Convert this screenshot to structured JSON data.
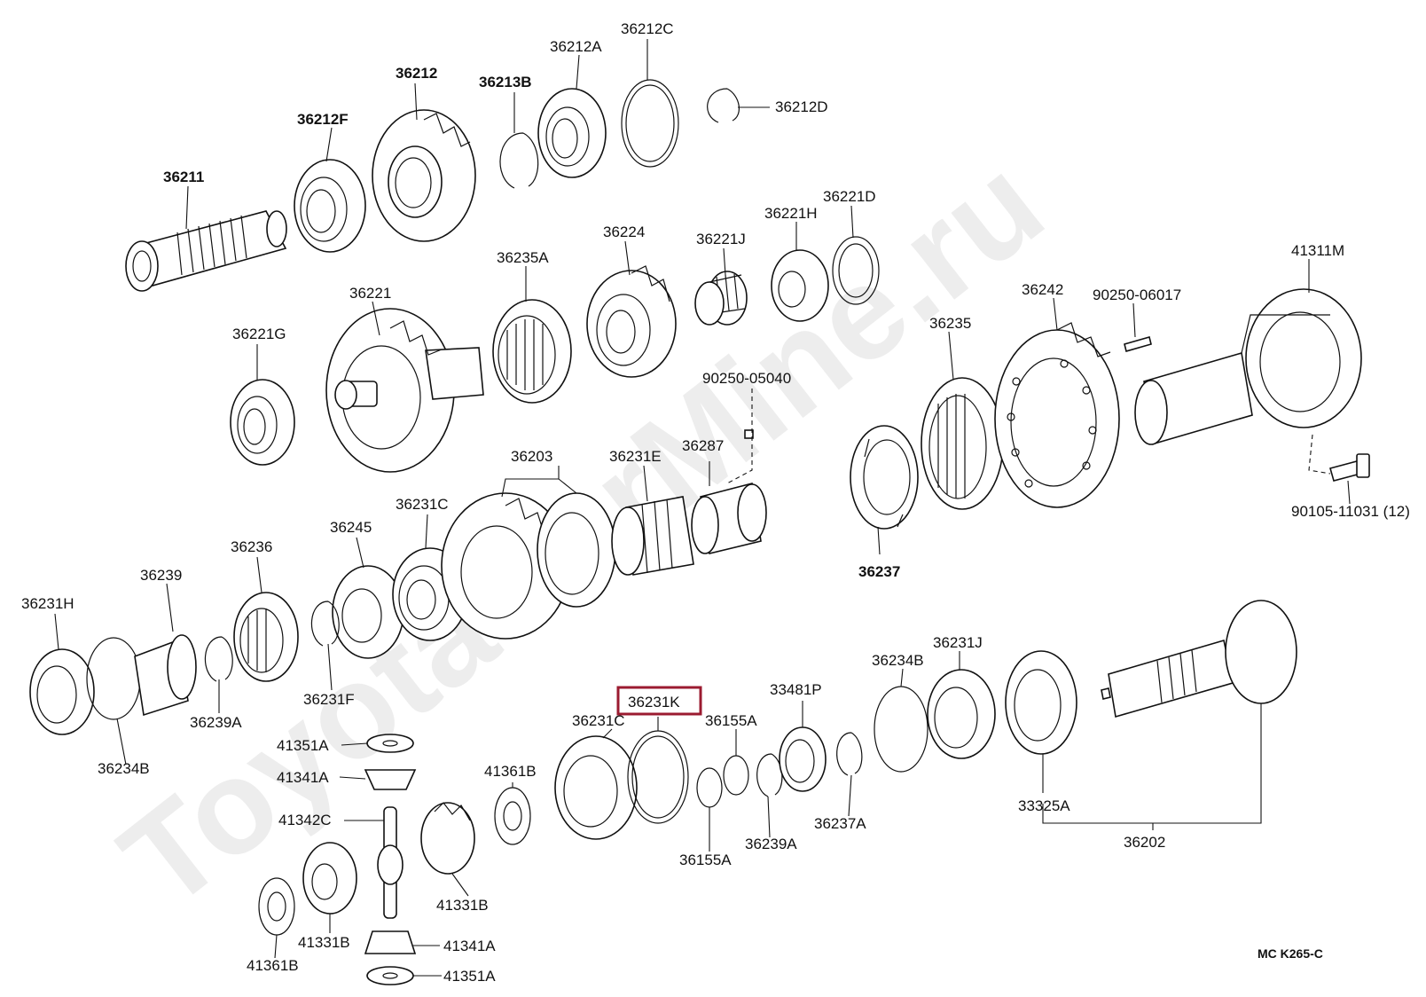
{
  "watermark": "ToyotaCarMine.ru",
  "diagram_code": "MC  K265-C",
  "highlighted_part": "36231K",
  "labels": {
    "p36211": "36211",
    "p36212F": "36212F",
    "p36212": "36212",
    "p36213B": "36213B",
    "p36212A": "36212A",
    "p36212C": "36212C",
    "p36212D": "36212D",
    "p36221G": "36221G",
    "p36221": "36221",
    "p36235A": "36235A",
    "p36224": "36224",
    "p36221J": "36221J",
    "p36221H": "36221H",
    "p36221D": "36221D",
    "p41311M": "41311M",
    "p36242": "36242",
    "p90250_06017": "90250-06017",
    "p36235": "36235",
    "p90250_05040": "90250-05040",
    "p36287": "36287",
    "p36231E": "36231E",
    "p36203": "36203",
    "p36237": "36237",
    "p90105_11031": "90105-11031 (12)",
    "p36231H": "36231H",
    "p36239": "36239",
    "p36236": "36236",
    "p36245": "36245",
    "p36231C_top": "36231C",
    "p36234B_left": "36234B",
    "p36239A_left": "36239A",
    "p36231F": "36231F",
    "p36231K": "36231K",
    "p36231C_bottom": "36231C",
    "p36155A_top": "36155A",
    "p33481P": "33481P",
    "p36234B_right": "36234B",
    "p36231J": "36231J",
    "p36155A_bottom": "36155A",
    "p36239A_right": "36239A",
    "p36237A": "36237A",
    "p33325A": "33325A",
    "p36202": "36202",
    "p41351A_top": "41351A",
    "p41341A_top": "41341A",
    "p41342C": "41342C",
    "p41361B_right": "41361B",
    "p41331B_right": "41331B",
    "p41331B_left": "41331B",
    "p41341A_bottom": "41341A",
    "p41361B_left": "41361B",
    "p41351A_bottom": "41351A"
  }
}
